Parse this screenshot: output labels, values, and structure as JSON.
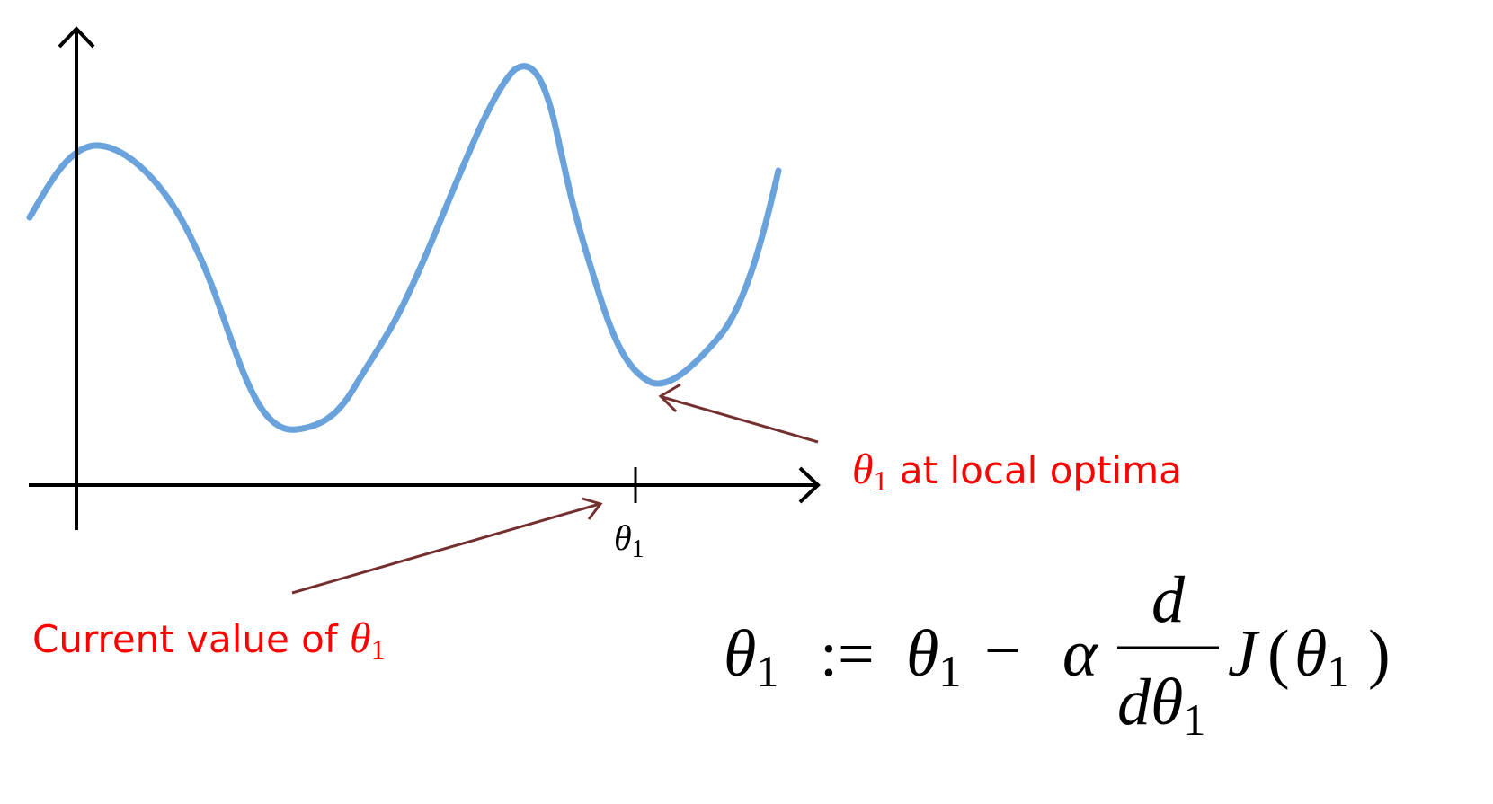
{
  "colors": {
    "curve": "#6aa3dc",
    "axes": "#000000",
    "annotation_text": "#ff0000",
    "annotation_arrow": "#74302e",
    "equation": "#000000"
  },
  "axis": {
    "tick_label": "θ",
    "tick_label_subscript": "1"
  },
  "annotations": {
    "local_optima": {
      "symbol": "θ",
      "subscript": "1",
      "text": " at local optima"
    },
    "current_value": {
      "text": "Current value of ",
      "symbol": "θ",
      "subscript": "1"
    }
  },
  "equation": {
    "lhs_symbol": "θ",
    "lhs_subscript": "1",
    "assign": ":=",
    "rhs_symbol": "θ",
    "rhs_subscript": "1",
    "minus": "−",
    "alpha": "α",
    "numerator": "d",
    "denominator_d": "d",
    "denominator_symbol": "θ",
    "denominator_subscript": "1",
    "function": "J",
    "open_paren": "(",
    "arg_symbol": "θ",
    "arg_subscript": "1",
    "close_paren": ")"
  }
}
